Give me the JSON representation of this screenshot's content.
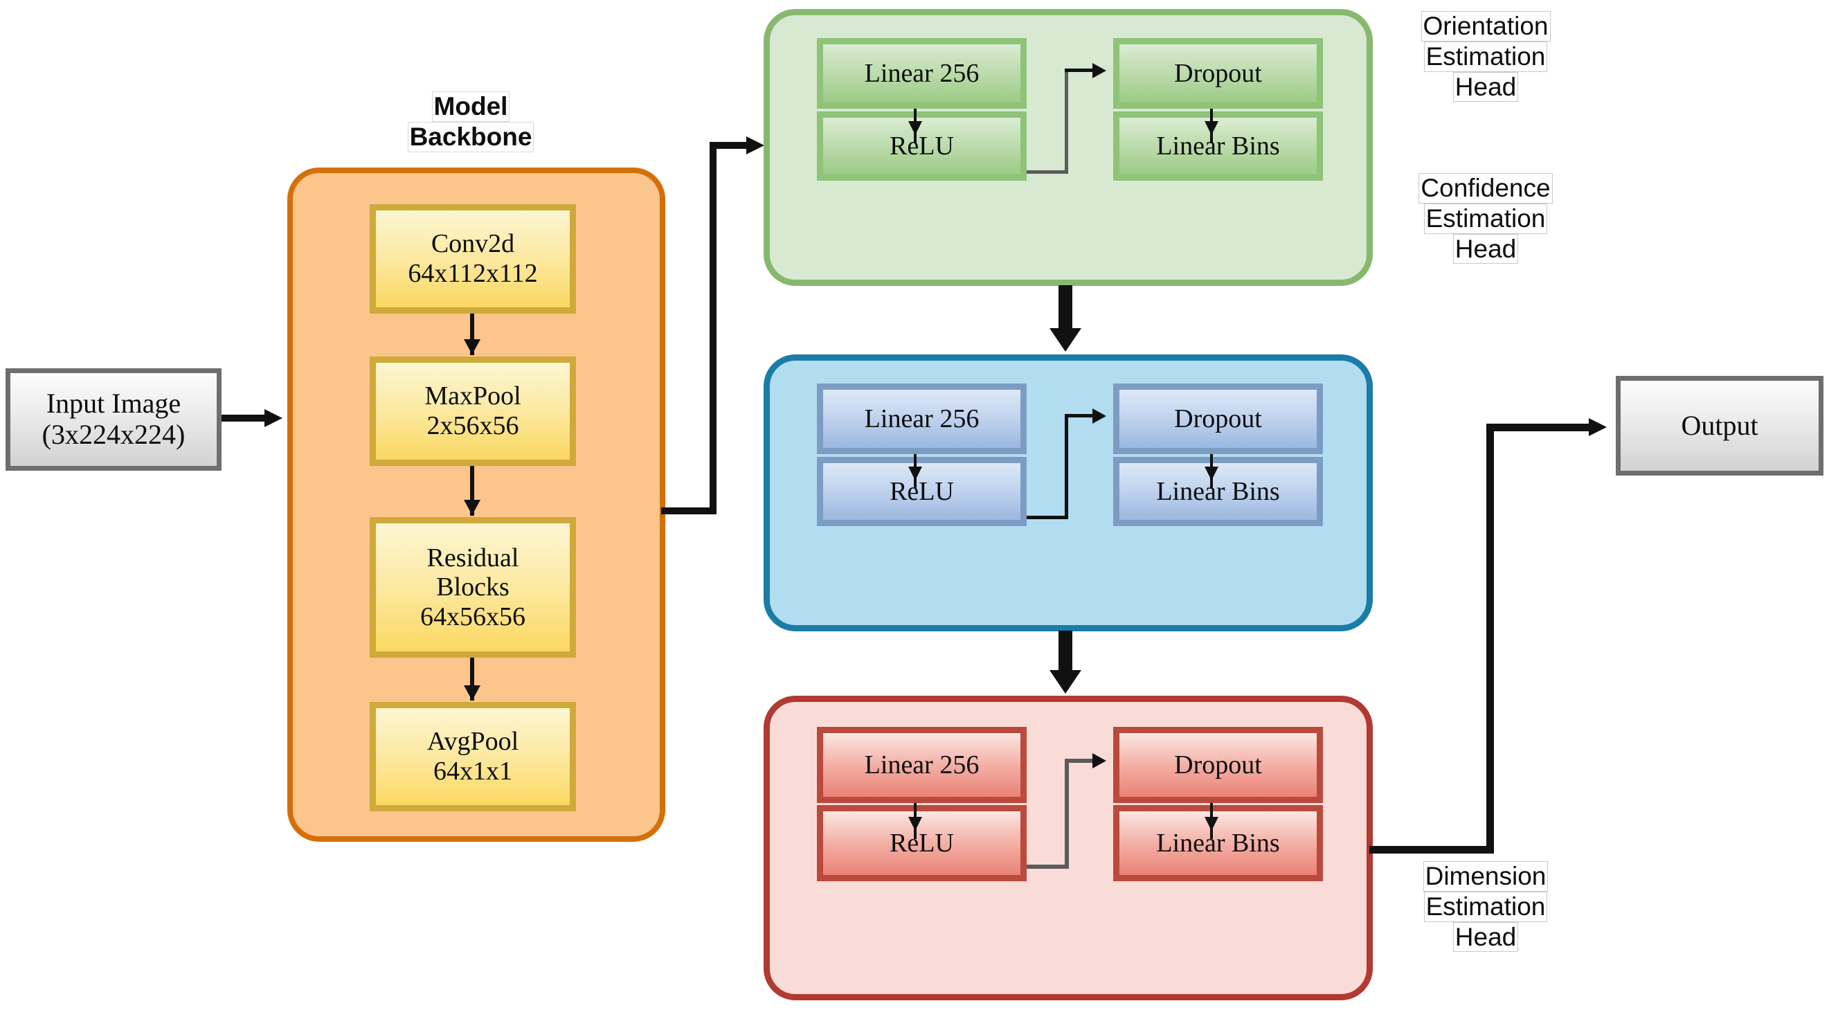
{
  "diagram": {
    "title": "Multi-head pose estimation network architecture",
    "input": {
      "line1": "Input Image",
      "line2": "(3x224x224)"
    },
    "output": {
      "label": "Output"
    },
    "backbone": {
      "label_line1": "Model",
      "label_line2": "Backbone",
      "color": "#d4700a",
      "fill": "#fbc58c",
      "nodes": [
        {
          "name": "conv2d",
          "line1": "Conv2d",
          "line2": "64x112x112"
        },
        {
          "name": "maxpool",
          "line1": "MaxPool",
          "line2": "2x56x56"
        },
        {
          "name": "residual-blocks",
          "line1": "Residual",
          "line2": "Blocks",
          "line3": "64x56x56"
        },
        {
          "name": "avgpool",
          "line1": "AvgPool",
          "line2": "64x1x1"
        }
      ]
    },
    "heads": [
      {
        "name": "orientation",
        "label_line1": "Orientation",
        "label_line2": "Estimation",
        "label_line3": "Head",
        "color": "#86b96e",
        "fill": "#d8e9d2",
        "nodes": {
          "linear": "Linear 256",
          "relu": "ReLU",
          "dropout": "Dropout",
          "linear_bins": "Linear Bins"
        }
      },
      {
        "name": "confidence",
        "label_line1": "Confidence",
        "label_line2": "Estimation",
        "label_line3": "Head",
        "color": "#1b7ca8",
        "fill": "#b2dcf0",
        "nodes": {
          "linear": "Linear 256",
          "relu": "ReLU",
          "dropout": "Dropout",
          "linear_bins": "Linear Bins"
        }
      },
      {
        "name": "dimension",
        "label_line1": "Dimension",
        "label_line2": "Estimation",
        "label_line3": "Head",
        "color": "#b23a31",
        "fill": "#f9dcd7",
        "nodes": {
          "linear": "Linear 256",
          "relu": "ReLU",
          "dropout": "Dropout",
          "linear_bins": "Linear Bins"
        }
      }
    ]
  }
}
